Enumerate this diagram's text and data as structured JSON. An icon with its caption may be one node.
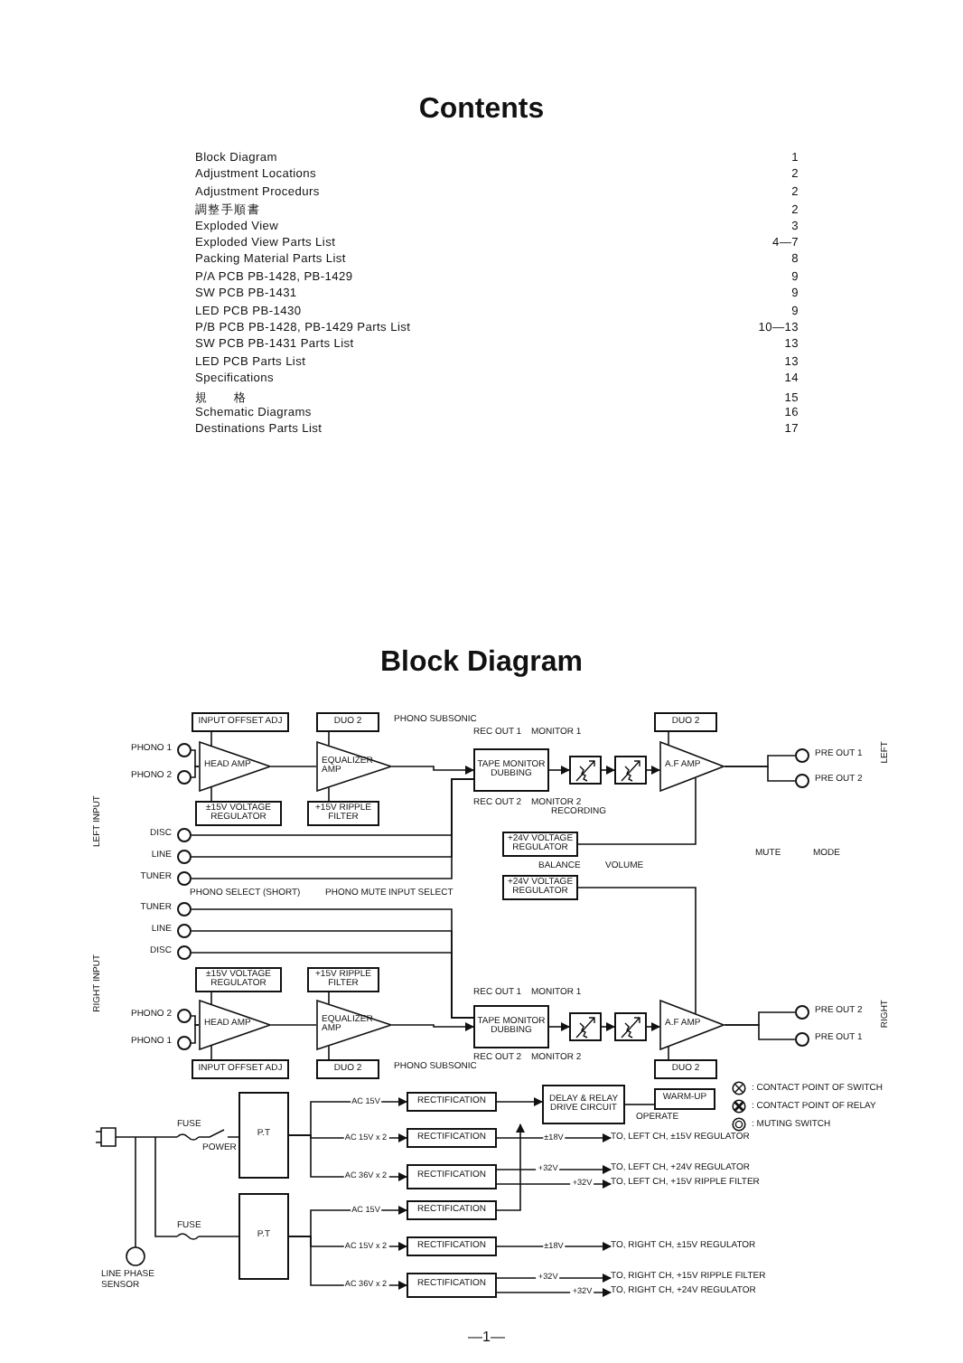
{
  "diagram": {
    "title": "Block Diagram",
    "nodes": [
      {
        "text": [
          "INPUT OFFSET ADJ"
        ]
      },
      {
        "text": [
          "HEAD AMP"
        ]
      },
      {
        "text": [
          "±15V VOLTAGE REGULATOR"
        ]
      },
      {
        "text": [
          "DUO 2"
        ]
      },
      {
        "text": [
          "EQUALIZER AMP"
        ]
      },
      {
        "text": [
          "+15V RIPPLE FILTER"
        ]
      },
      {
        "text": [
          "TAPE MONITOR DUBBING"
        ]
      },
      {
        "text": [],
        "shape": "box"
      },
      {
        "text": [],
        "shape": "box"
      },
      {
        "text": [
          "DUO 2"
        ]
      },
      {
        "text": [
          "A.F AMP"
        ]
      },
      {
        "text": [
          "+24V VOLTAGE REGULATOR"
        ]
      },
      {
        "text": [
          "+24V VOLTAGE REGULATOR"
        ]
      },
      {
        "text": [
          "±15V VOLTAGE REGULATOR"
        ]
      },
      {
        "text": [
          "+15V RIPPLE FILTER"
        ]
      },
      {
        "text": [
          "HEAD AMP"
        ]
      },
      {
        "text": [
          "EQUALIZER AMP"
        ]
      },
      {
        "text": [
          "TAPE MONITOR DUBBING"
        ]
      },
      {
        "text": [],
        "shape": "box"
      },
      {
        "text": [],
        "shape": "box"
      },
      {
        "text": [
          "A.F AMP"
        ]
      },
      {
        "text": [
          "INPUT OFFSET ADJ"
        ]
      },
      {
        "text": [
          "DUO 2"
        ]
      },
      {
        "text": [
          "DUO 2"
        ]
      },
      {
        "text": [],
        "shape": "circle",
        "beside": [
          "PHONO 1"
        ]
      },
      {
        "text": [],
        "shape": "circle",
        "beside": [
          "PHONO 2"
        ]
      },
      {
        "text": [],
        "shape": "circle",
        "beside": [
          "DISC"
        ]
      },
      {
        "text": [],
        "shape": "circle",
        "beside": [
          "LINE"
        ]
      },
      {
        "text": [],
        "shape": "circle",
        "beside": [
          "TUNER"
        ]
      },
      {
        "text": [],
        "shape": "circle",
        "beside": [
          "TUNER"
        ]
      },
      {
        "text": [],
        "shape": "circle",
        "beside": [
          "LINE"
        ]
      },
      {
        "text": [],
        "shape": "circle",
        "beside": [
          "DISC"
        ]
      },
      {
        "text": [],
        "shape": "circle",
        "beside": [
          "PHONO 2"
        ]
      },
      {
        "text": [],
        "shape": "circle",
        "beside": [
          "PHONO 1"
        ]
      },
      {
        "text": [],
        "shape": "circle",
        "beside": [
          "PRE OUT 1"
        ]
      },
      {
        "text": [],
        "shape": "circle",
        "beside": [
          "PRE OUT 2"
        ]
      },
      {
        "text": [],
        "shape": "circle",
        "beside": [
          "PRE OUT 2"
        ]
      },
      {
        "text": [],
        "shape": "circle",
        "beside": [
          "PRE OUT 1"
        ]
      },
      {
        "text": [
          "P.T"
        ]
      },
      {
        "text": [
          "P.T"
        ]
      },
      {
        "text": [
          "RECTIFICATION"
        ]
      },
      {
        "text": [
          "RECTIFICATION"
        ]
      },
      {
        "text": [
          "RECTIFICATION"
        ]
      },
      {
        "text": [
          "RECTIFICATION"
        ]
      },
      {
        "text": [
          "RECTIFICATION"
        ]
      },
      {
        "text": [
          "RECTIFICATION"
        ]
      },
      {
        "text": [
          "DELAY & RELAY DRIVE CIRCUIT"
        ]
      },
      {
        "text": [
          "WARM-UP"
        ]
      },
      {
        "text": [
          "TO, LEFT CH, ±15V REGULATOR"
        ]
      },
      {
        "text": [
          "TO, LEFT CH, +24V REGULATOR"
        ]
      },
      {
        "text": [
          "TO, LEFT CH, +15V RIPPLE FILTER"
        ]
      },
      {
        "text": [
          "TO, RIGHT CH, ±15V REGULATOR"
        ]
      },
      {
        "text": [
          "TO, RIGHT CH, +15V RIPPLE FILTER"
        ]
      },
      {
        "text": [
          "TO, RIGHT CH, +24V REGULATOR"
        ]
      }
    ],
    "edges": [
      {
        "from": 24,
        "to": 1,
        "arrow": "none"
      },
      {
        "from": 25,
        "to": 1,
        "arrow": "none"
      },
      {
        "from": 0,
        "to": 1,
        "arrow": "none"
      },
      {
        "from": 2,
        "to": 1,
        "arrow": "none"
      },
      {
        "from": 1,
        "to": 4,
        "arrow": "none"
      },
      {
        "from": 3,
        "to": 4,
        "arrow": "none"
      },
      {
        "from": 5,
        "to": 4,
        "arrow": "none"
      },
      {
        "from": 4,
        "to": 6,
        "arrow": "to"
      },
      {
        "from": 26,
        "to": 6,
        "arrow": "none"
      },
      {
        "from": 27,
        "to": 6,
        "arrow": "none"
      },
      {
        "from": 28,
        "to": 6,
        "arrow": "none"
      },
      {
        "from": 6,
        "to": 7,
        "arrow": "to"
      },
      {
        "from": 7,
        "to": 8,
        "arrow": "to"
      },
      {
        "from": 8,
        "to": 10,
        "arrow": "to"
      },
      {
        "from": 9,
        "to": 10,
        "arrow": "none"
      },
      {
        "from": 11,
        "to": 10,
        "arrow": "none"
      },
      {
        "from": 10,
        "to": 34,
        "arrow": "none"
      },
      {
        "from": 10,
        "to": 35,
        "arrow": "none"
      },
      {
        "from": 33,
        "to": 15,
        "arrow": "none"
      },
      {
        "from": 32,
        "to": 15,
        "arrow": "none"
      },
      {
        "from": 21,
        "to": 15,
        "arrow": "none"
      },
      {
        "from": 13,
        "to": 15,
        "arrow": "none"
      },
      {
        "from": 15,
        "to": 16,
        "arrow": "none"
      },
      {
        "from": 22,
        "to": 16,
        "arrow": "none"
      },
      {
        "from": 14,
        "to": 16,
        "arrow": "none"
      },
      {
        "from": 16,
        "to": 17,
        "arrow": "to"
      },
      {
        "from": 31,
        "to": 17,
        "arrow": "none"
      },
      {
        "from": 30,
        "to": 17,
        "arrow": "none"
      },
      {
        "from": 29,
        "to": 17,
        "arrow": "none"
      },
      {
        "from": 17,
        "to": 18,
        "arrow": "to"
      },
      {
        "from": 18,
        "to": 19,
        "arrow": "to"
      },
      {
        "from": 19,
        "to": 20,
        "arrow": "to"
      },
      {
        "from": 23,
        "to": 20,
        "arrow": "none"
      },
      {
        "from": 12,
        "to": 20,
        "arrow": "none"
      },
      {
        "from": 20,
        "to": 36,
        "arrow": "none"
      },
      {
        "from": 20,
        "to": 37,
        "arrow": "none"
      },
      {
        "from": 38,
        "to": 40,
        "arrow": "to",
        "label": "AC 15V"
      },
      {
        "from": 38,
        "to": 41,
        "arrow": "to",
        "label": "AC 15V x 2"
      },
      {
        "from": 38,
        "to": 42,
        "arrow": "to",
        "label": "AC 36V x 2"
      },
      {
        "from": 39,
        "to": 43,
        "arrow": "to",
        "label": "AC 15V"
      },
      {
        "from": 39,
        "to": 44,
        "arrow": "to",
        "label": "AC 15V x 2"
      },
      {
        "from": 39,
        "to": 45,
        "arrow": "to",
        "label": "AC 36V x 2"
      },
      {
        "from": 40,
        "to": 46,
        "arrow": "to"
      },
      {
        "from": 43,
        "to": 46,
        "arrow": "to"
      },
      {
        "from": 46,
        "to": 47,
        "arrow": "none"
      },
      {
        "from": 41,
        "to": 48,
        "arrow": "to",
        "label": "±18V"
      },
      {
        "from": 42,
        "to": 49,
        "arrow": "to",
        "label": "+32V"
      },
      {
        "from": 42,
        "to": 50,
        "arrow": "to",
        "label": "+32V"
      },
      {
        "from": 44,
        "to": 51,
        "arrow": "to",
        "label": "±18V"
      },
      {
        "from": 45,
        "to": 52,
        "arrow": "to",
        "label": "+32V"
      },
      {
        "from": 45,
        "to": 53,
        "arrow": "to",
        "label": "+32V"
      }
    ],
    "labels": [
      "Contents",
      "Block Diagram",
      "1",
      "Adjustment Locations",
      "2",
      "Adjustment Procedurs",
      "2",
      "調整手順書",
      "2",
      "Exploded View",
      "3",
      "Exploded View Parts List",
      "4—7",
      "Packing Material Parts List",
      "8",
      "P/A PCB PB-1428, PB-1429",
      "9",
      "SW PCB PB-1431",
      "9",
      "LED PCB PB-1430",
      "9",
      "P/B PCB PB-1428, PB-1429 Parts List",
      "10—13",
      "SW PCB PB-1431 Parts List",
      "13",
      "LED PCB Parts List",
      "13",
      "Specifications",
      "14",
      "規　　格",
      "15",
      "Schematic Diagrams",
      "16",
      "Destinations Parts List",
      "17",
      "REC OUT 1",
      "MONITOR 1",
      "PHONO SUBSONIC",
      "LEFT",
      "LEFT INPUT",
      "REC OUT 2",
      "MONITOR 2",
      "PHONO SELECT (SHORT)",
      "PHONO MUTE",
      "INPUT SELECT",
      "RECORDING",
      "BALANCE",
      "VOLUME",
      "MUTE",
      "MODE",
      "RIGHT INPUT",
      "REC OUT 1",
      "MONITOR 1",
      "PHONO SUBSONIC",
      "RIGHT",
      "REC OUT 2",
      "MONITOR 2",
      "FUSE",
      "OPERATE",
      "POWER",
      "FUSE",
      "LINE PHASE SENSOR",
      "—1—"
    ],
    "legend": [
      {
        "text": ": CONTACT POINT OF SWITCH"
      },
      {
        "text": ": CONTACT POINT OF RELAY"
      },
      {
        "text": ": MUTING SWITCH"
      }
    ]
  }
}
